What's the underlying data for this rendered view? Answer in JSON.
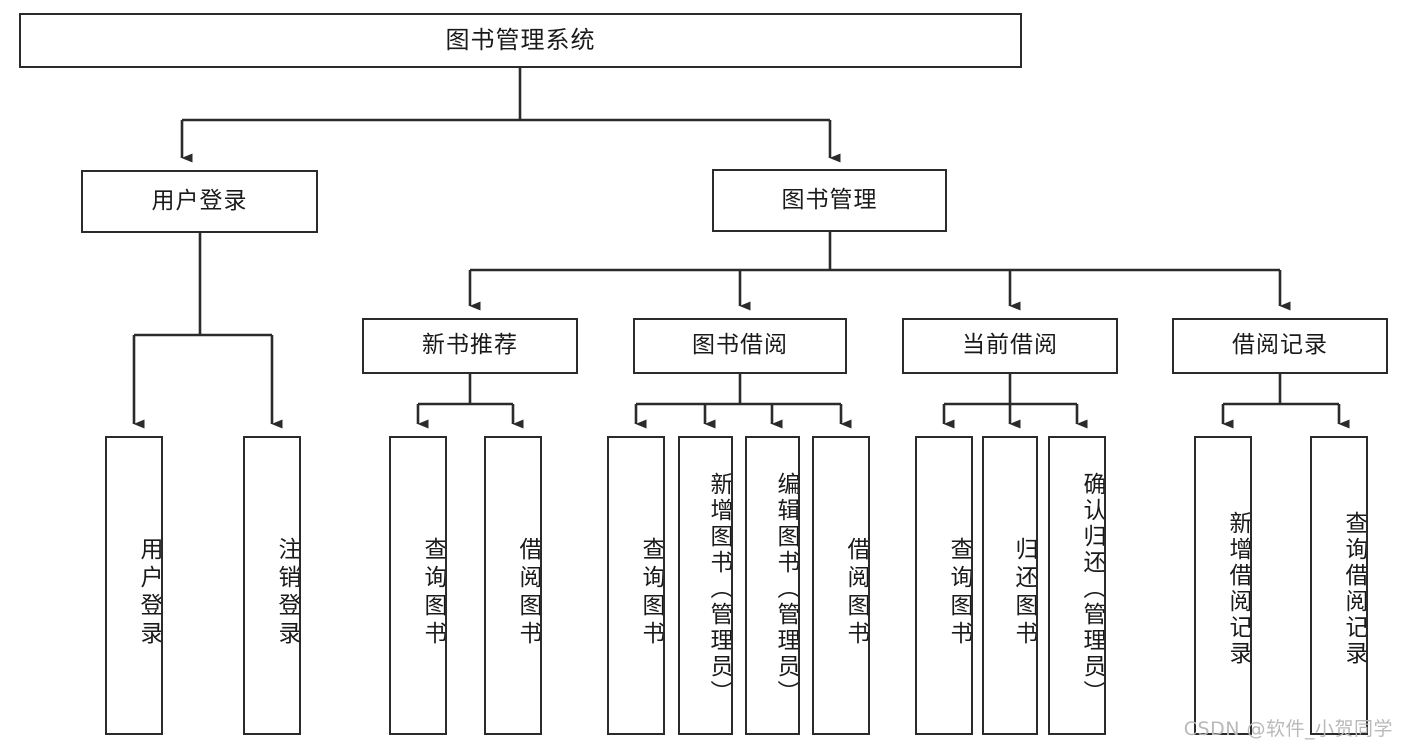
{
  "diagram": {
    "title": "图书管理系统",
    "type": "tree-hierarchy",
    "watermark": "CSDN @软件_小贺同学",
    "colors": {
      "box_border": "#2b2b2b",
      "box_fill": "#ffffff",
      "connector": "#2b2b2b",
      "text": "#1a1a1a",
      "watermark": "#b9b9b9"
    },
    "nodes": {
      "root": "图书管理系统",
      "level2": {
        "user_login": "用户登录",
        "book_manage": "图书管理"
      },
      "level3": {
        "new_book_recommend": "新书推荐",
        "book_borrow": "图书借阅",
        "current_borrow": "当前借阅",
        "borrow_record": "借阅记录"
      },
      "leaves": {
        "user_login_1": "用户登录",
        "user_login_2": "注销登录",
        "new_book_1": "查询图书",
        "new_book_2": "借阅图书",
        "borrow_1": "查询图书",
        "borrow_2": "新增图书（管理员）",
        "borrow_3": "编辑图书（管理员）",
        "borrow_4": "借阅图书",
        "current_1": "查询图书",
        "current_2": "归还图书",
        "current_3": "确认归还（管理员）",
        "record_1": "新增借阅记录",
        "record_2": "查询借阅记录"
      }
    }
  }
}
